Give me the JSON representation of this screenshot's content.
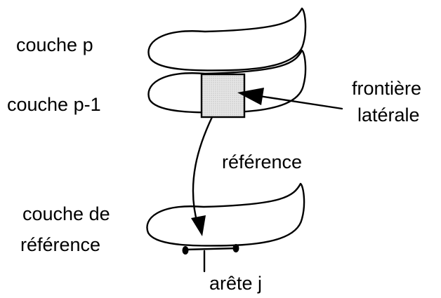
{
  "labels": {
    "layer_p": "couche p",
    "layer_p_minus_1": "couche p-1",
    "lateral_boundary_line1": "frontière",
    "lateral_boundary_line2": "latérale",
    "reference": "référence",
    "reference_layer_line1": "couche de",
    "reference_layer_line2": "référence",
    "edge_j": "arête j"
  },
  "colors": {
    "ink": "#000000",
    "boundary_fill": "#d9d9d9"
  }
}
